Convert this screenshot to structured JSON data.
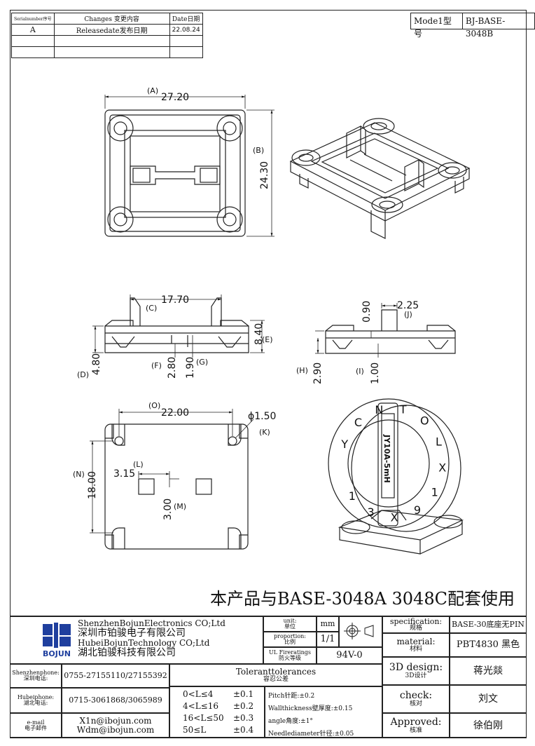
{
  "revision": {
    "headers": {
      "serial": "Serialnumber序号",
      "changes": "Changes 变更内容",
      "date": "Date日期"
    },
    "rows": [
      {
        "serial": "A",
        "changes": "Releasedate发布日期",
        "date": "22.08.24"
      },
      {
        "serial": "",
        "changes": "",
        "date": ""
      },
      {
        "serial": "",
        "changes": "",
        "date": ""
      }
    ]
  },
  "model": {
    "label": "Mode1型号",
    "value": "BJ-BASE-3048B"
  },
  "top_view": {
    "width": "27.20",
    "width_tag": "(A)",
    "height": "24.30",
    "height_tag": "(B)"
  },
  "front_view": {
    "span": "17.70",
    "span_tag": "(C)",
    "total_height": "4.80",
    "total_height_tag": "(D)",
    "right_height": "8.40",
    "right_height_tag": "(E)",
    "rail": "2.80",
    "rail_tag": "(F)",
    "gap": "1.90",
    "gap_tag": "(G)"
  },
  "side_view": {
    "pin_width": "2.25",
    "pin_width_tag": "(J)",
    "notch": "0.90",
    "base": "2.90",
    "base_tag": "(H)",
    "step": "1.00",
    "step_tag": "(I)"
  },
  "bottom_view": {
    "hole_span": "22.00",
    "hole_span_tag": "(O)",
    "hole_dia": "ϕ1.50",
    "hole_dia_tag": "(K)",
    "height": "18.00",
    "height_tag": "(N)",
    "slot_w": "3.15",
    "slot_w_tag": "(L)",
    "slot_h": "3.00",
    "slot_h_tag": "(M)"
  },
  "product_3d": {
    "core_text": "JY10A-5mH",
    "ring_letters": [
      "Y",
      "C",
      "N",
      "T",
      "O",
      "L",
      "X",
      "1",
      "9",
      "X",
      "3",
      "1"
    ]
  },
  "note": "本产品与BASE-3048A 3048C配套使用",
  "company": {
    "logo_text": "BOJUN",
    "line1": "ShenzhenBojunElectronics CO;Ltd",
    "line2": "深圳市铂骏电子有限公司",
    "line3": "HubeiBojunTechnology CO;Ltd",
    "line4": "湖北铂骏科技有限公司"
  },
  "contacts": [
    {
      "label_en": "Shenzhenphone:",
      "label_cn": "深圳电话:",
      "value": "0755-27155110/27155392"
    },
    {
      "label_en": "Hubeiphone:",
      "label_cn": "湖北电话:",
      "value": "0715-3061868/3065989"
    },
    {
      "label_en": "e-mail",
      "label_cn": "电子邮件",
      "value": "X1n@ibojun.com",
      "value2": "Wdm@ibojun.com"
    }
  ],
  "unit": {
    "label_en": "unit:",
    "label_cn": "单位",
    "value": "mm"
  },
  "proportion": {
    "label_en": "proportion:",
    "label_cn": "比例",
    "value": "1/1"
  },
  "fire_rating": {
    "label_en": "UL Fireratings",
    "label_cn": "防火等级",
    "value": "94V-0"
  },
  "tolerances": {
    "title_en": "Toleranttolerances",
    "title_cn": "容忍公差",
    "ranges": [
      {
        "range": "0<L≤4",
        "tol": "±0.1"
      },
      {
        "range": "4<L≤16",
        "tol": "±0.2"
      },
      {
        "range": "16<L≤50",
        "tol": "±0.3"
      },
      {
        "range": "50≤L",
        "tol": "±0.4"
      }
    ],
    "notes": [
      "Pitch针距:±0.2",
      "Wallthickness壁厚度:±0.15",
      "angle角度:±1°",
      "Needlediameter针径:±0.05"
    ]
  },
  "specification": {
    "label_en": "specification:",
    "label_cn": "规格",
    "value": "BASE-30底座无PIN"
  },
  "material": {
    "label_en": "material:",
    "label_cn": "材料",
    "value": "PBT4830 黑色"
  },
  "design": {
    "label_en": "3D design:",
    "label_cn": "3D设计",
    "value": "蒋光燚"
  },
  "check": {
    "label_en": "check:",
    "label_cn": "核对",
    "value": "刘文"
  },
  "approved": {
    "label_en": "Approved:",
    "label_cn": "核准",
    "value": "徐伯刚"
  }
}
